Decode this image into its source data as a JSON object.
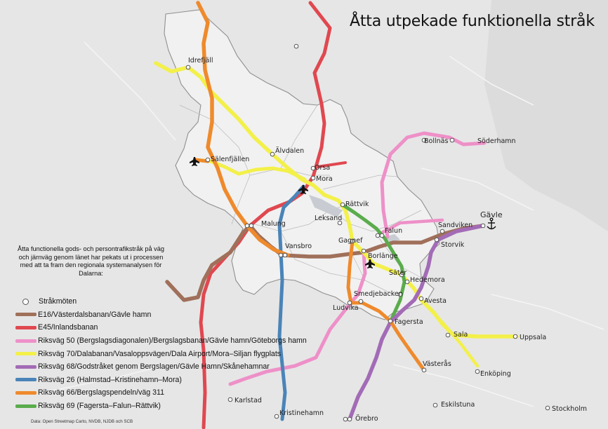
{
  "title": "Åtta utpekade funktionella stråk",
  "intro": "Åtta functionella gods- och persontrafikstråk på väg och järnväg genom länet har pekats ut i processen med att ta fram den regionala systemanalysen för Dalarna:",
  "legend": [
    {
      "label": "Stråkmöten",
      "kind": "node"
    },
    {
      "label": "E16/Västerdalsbanan/Gävle hamn",
      "color": "#a0705a"
    },
    {
      "label": "E45/Inlandsbanan",
      "color": "#e04850"
    },
    {
      "label": "Riksväg 50 (Bergslagsdiagonalen)/Bergslagsbanan/Gävle hamn/Göteborgs hamn",
      "color": "#ee90c8"
    },
    {
      "label": "Riksväg 70/Dalabanan/Vasaloppsvägen/Dala Airport/Mora–Siljan flygplats",
      "color": "#f3f04a"
    },
    {
      "label": "Riksväg 68/Godstråket genom Bergslagen/Gävle Hamn/Skånehamnar",
      "color": "#a36bb6"
    },
    {
      "label": "Riksväg 26 (Halmstad–Kristinehamn–Mora)",
      "color": "#4a84b8"
    },
    {
      "label": "Riksväg 66/Bergslagspendeln/väg 311",
      "color": "#ef8a2c"
    },
    {
      "label": "Riksväg 69 (Fagersta–Falun–Rättvik)",
      "color": "#5aac4c"
    }
  ],
  "source": "Data: Open Streetmap Carto, NVDB, NJDB och SCB",
  "places": [
    "Idrefjäll",
    "Sälenfjällen",
    "Älvdalen",
    "Orsa",
    "Mora",
    "Rättvik",
    "Leksand",
    "Malung",
    "Vansbro",
    "Gagnef",
    "Falun",
    "Borlänge",
    "Säter",
    "Hedemora",
    "Smedjebacken",
    "Ludvika",
    "Avesta",
    "Fagersta",
    "Sandviken",
    "Storvik",
    "Gävle",
    "Bollnäs",
    "Söderhamn",
    "Sala",
    "Uppsala",
    "Västerås",
    "Enköping",
    "Karlstad",
    "Kristinehamn",
    "Örebro",
    "Eskilstuna",
    "Stockholm"
  ],
  "icons": [
    "airport-icon",
    "anchor-icon"
  ]
}
